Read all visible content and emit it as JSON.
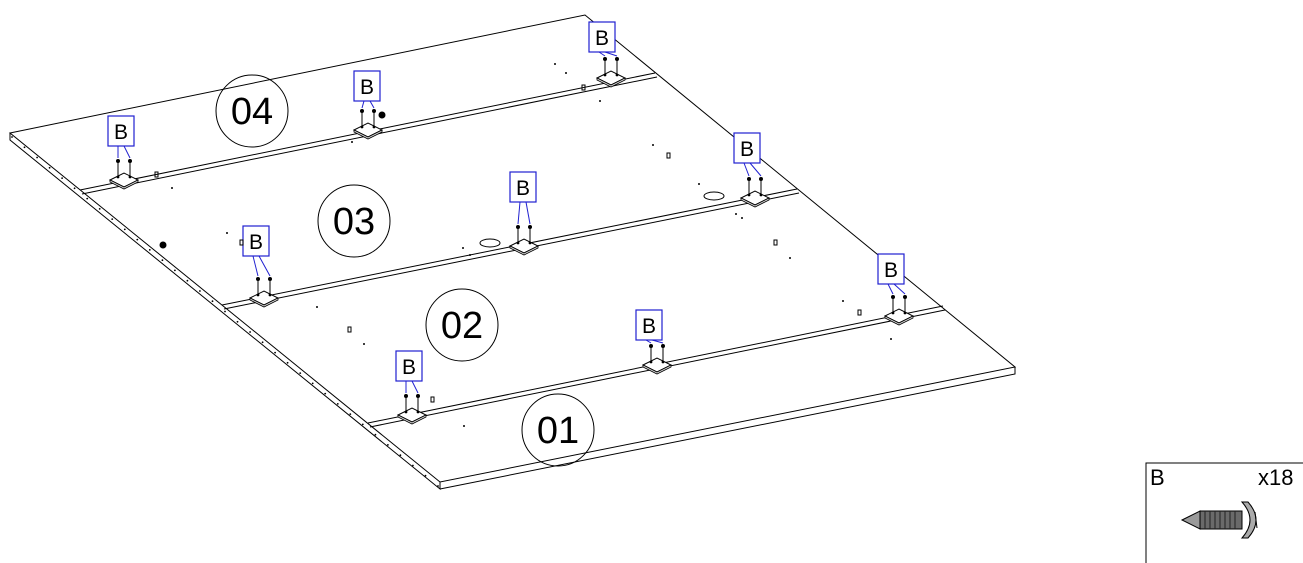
{
  "panels": [
    {
      "number": "04"
    },
    {
      "number": "03"
    },
    {
      "number": "02"
    },
    {
      "number": "01"
    }
  ],
  "fastener_label": "B",
  "legend": {
    "label": "B",
    "quantity": "x18",
    "icon": "screw-icon"
  },
  "colors": {
    "callout_box": "#2020d0",
    "line": "#000000"
  }
}
